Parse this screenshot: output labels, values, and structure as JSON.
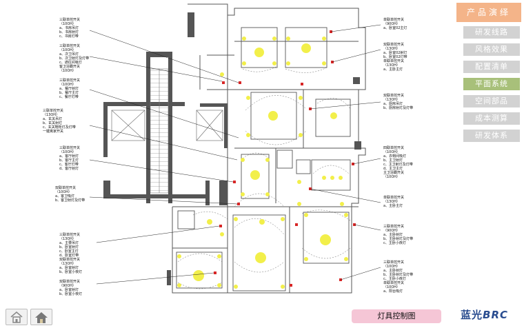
{
  "nav": {
    "title": "产品演绎",
    "items": [
      {
        "label": "研发线路"
      },
      {
        "label": "风格效果"
      },
      {
        "label": "配置清单"
      },
      {
        "label": "平面系统",
        "active": true
      },
      {
        "label": "空间部品"
      },
      {
        "label": "成本测算"
      },
      {
        "label": "研发体系"
      }
    ]
  },
  "caption": "灯具控制图",
  "brand": {
    "name": "蓝光",
    "latin": "BRC"
  },
  "colors": {
    "nav_title_bg": "#f4b489",
    "nav_item_bg": "#d2d2d2",
    "nav_active_bg": "#a8c07a",
    "fixture_yellow": "#f2ef4a",
    "wire_red": "#d82626",
    "wall_dark": "#555555"
  },
  "icons": {
    "home": "home-icon",
    "house": "house-icon"
  },
  "plan_notes": {
    "left": [
      {
        "lines": [
          "三联单控开关",
          "（10OH）",
          "a、书房吊灯",
          "b、书房射灯",
          "c、书房灯带"
        ]
      },
      {
        "lines": [
          "三联单控开关",
          "（10OH）",
          "a、次卫吊灯",
          "b、次卫射灯及灯带",
          "c、通往间吸灯",
          "客卫浴霸开关",
          "（10OH）"
        ]
      },
      {
        "lines": [
          "三联单控开关",
          "（10OH）",
          "a、餐厅射灯",
          "b、餐厅主灯",
          "c、餐厅灯带"
        ]
      },
      {
        "lines": [
          "三联单控开关",
          "（13OH）",
          "a、玄关吊灯",
          "b、玄关射灯",
          "c、玄关鞋柜灯及灯带",
          "一键离家开关"
        ]
      },
      {
        "lines": [
          "三联单控开关",
          "（10OH）",
          "a、客厅射灯",
          "b、客厅主灯",
          "c、客厅灯带",
          "d、客厅射灯"
        ]
      },
      {
        "lines": [
          "双联单控开关",
          "（10OH）",
          "a、客卫吸灯",
          "b、客卫射灯及灯带"
        ]
      },
      {
        "lines": [
          "三联单控开关",
          "（13OH）",
          "a、主要吊灯",
          "b、卧室射灯",
          "c、卧室主灯",
          "d、卧室灯带",
          "双联单控开关",
          "（13OH）",
          "a、卧室射灯",
          "b、卧室小夜灯"
        ]
      },
      {
        "lines": [
          "双联单控开关",
          "（90OH）",
          "a、卧室射灯",
          "b、卧室小夜灯"
        ]
      }
    ],
    "right": [
      {
        "lines": [
          "单联单控开关",
          "（90OH）",
          "a、卧室02主灯"
        ]
      },
      {
        "lines": [
          "双联单控开关",
          "（13OH）",
          "a、卧室02射灯",
          "b、卧室02灯带",
          "单联单控开关",
          "（13OH）",
          "a、主卧主灯"
        ]
      },
      {
        "lines": [
          "双联单控开关",
          "（13OH）",
          "a、厨房吊灯",
          "b、厨房射灯及灯带"
        ]
      },
      {
        "lines": [
          "四联单控开关",
          "（10OH）",
          "a、衣帽间吸灯",
          "b、主卫射灯",
          "c、主卫射灯及灯带",
          "d、主卫主灯",
          "主卫浴霸开关",
          "（10OH）"
        ]
      },
      {
        "lines": [
          "单联单控开关",
          "（13OH）",
          "a、主卧主灯"
        ]
      },
      {
        "lines": [
          "三联单控开关",
          "（90OH）",
          "a、主卧射灯",
          "b、主卧射灯及灯带",
          "c、主卧小夜灯"
        ]
      },
      {
        "lines": [
          "三联单控开关",
          "（10OH）",
          "a、主卧射灯",
          "b、主卧射灯及灯带",
          "c、主卧小夜灯",
          "单联单控开关",
          "（10OH）",
          "a、阳台吸灯"
        ]
      }
    ]
  }
}
